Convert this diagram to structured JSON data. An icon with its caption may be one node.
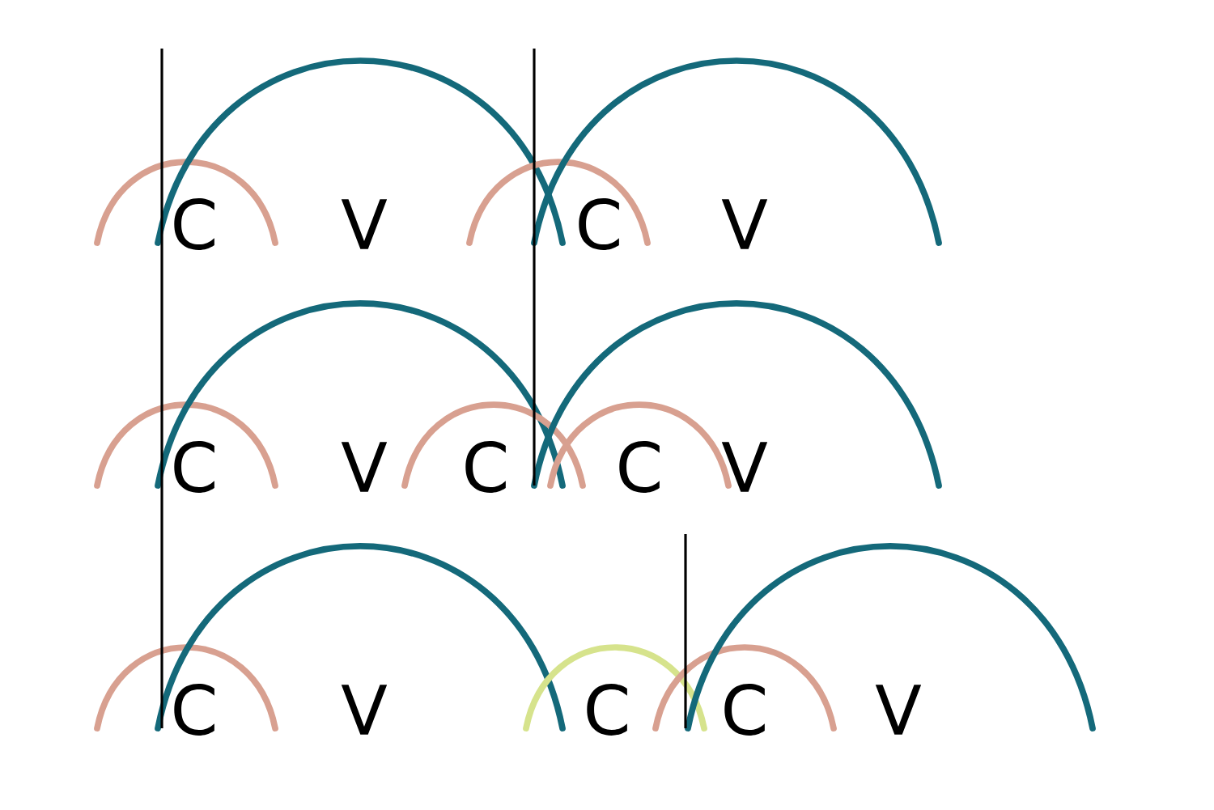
{
  "diagram": {
    "labels": [
      "C",
      "V",
      "C",
      "V",
      "C",
      "V",
      "C",
      "C",
      "V",
      "C",
      "V",
      "C",
      "C",
      "V"
    ]
  }
}
